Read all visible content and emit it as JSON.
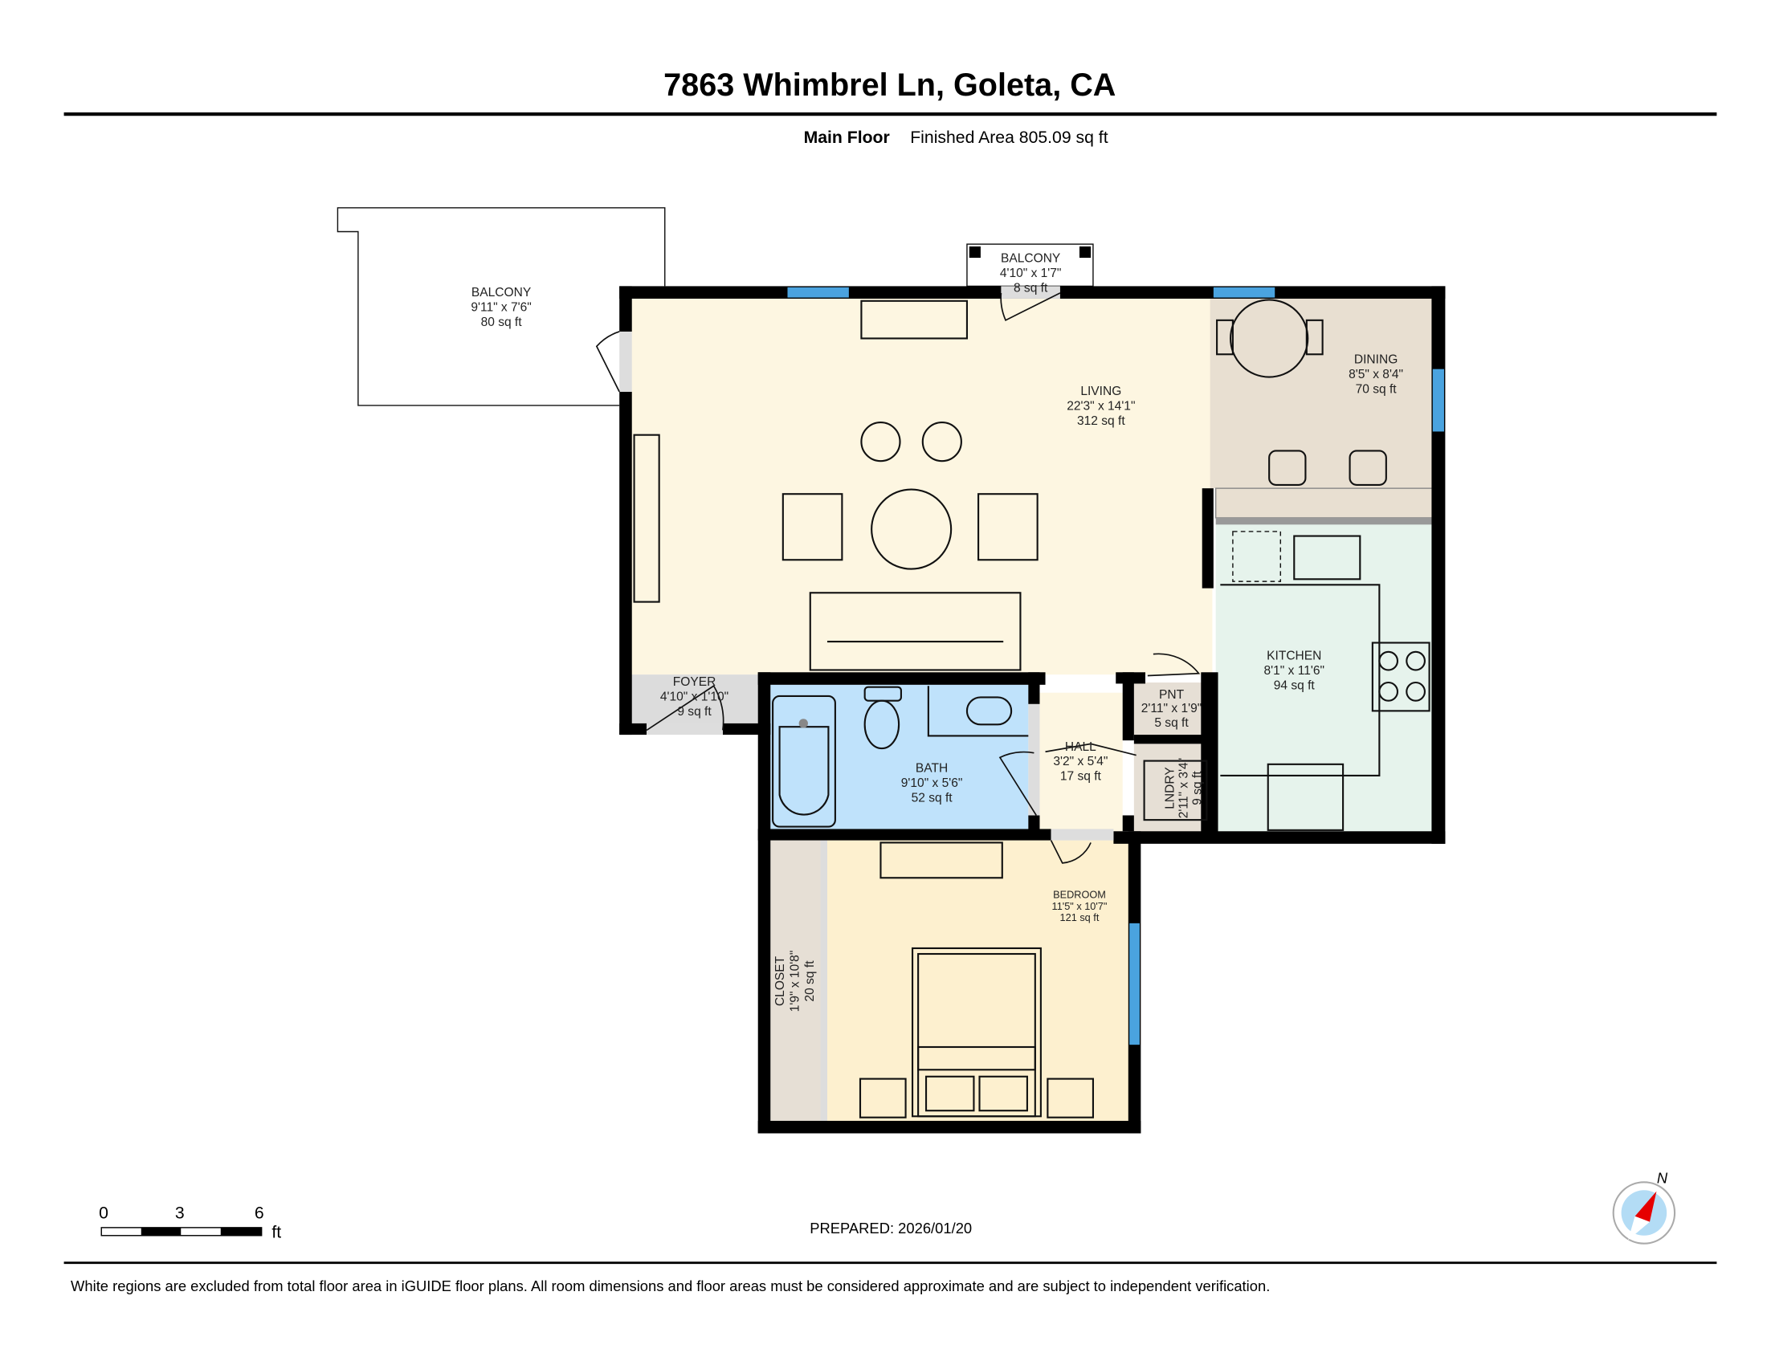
{
  "header": {
    "title": "7863 Whimbrel Ln, Goleta, CA",
    "floor_name": "Main Floor",
    "finished_area": "Finished Area 805.09 sq ft"
  },
  "rooms": {
    "balcony_large": {
      "name": "BALCONY",
      "dims": "9'11\" x 7'6\"",
      "area": "80 sq ft"
    },
    "balcony_small": {
      "name": "BALCONY",
      "dims": "4'10\" x 1'7\"",
      "area": "8 sq ft"
    },
    "living": {
      "name": "LIVING",
      "dims": "22'3\" x 14'1\"",
      "area": "312 sq ft"
    },
    "dining": {
      "name": "DINING",
      "dims": "8'5\" x 8'4\"",
      "area": "70 sq ft"
    },
    "kitchen": {
      "name": "KITCHEN",
      "dims": "8'1\" x 11'6\"",
      "area": "94 sq ft"
    },
    "foyer": {
      "name": "FOYER",
      "dims": "4'10\" x 1'10\"",
      "area": "9 sq ft"
    },
    "bath": {
      "name": "BATH",
      "dims": "9'10\" x 5'6\"",
      "area": "52 sq ft"
    },
    "hall": {
      "name": "HALL",
      "dims": "3'2\" x 5'4\"",
      "area": "17 sq ft"
    },
    "pantry": {
      "name": "PNT",
      "dims": "2'11\" x 1'9\"",
      "area": "5 sq ft"
    },
    "laundry": {
      "name": "LNDRY",
      "dims": "2'11\" x 3'4\"",
      "area": "9 sq ft"
    },
    "bedroom": {
      "name": "BEDROOM",
      "dims": "11'5\" x 10'7\"",
      "area": "121 sq ft"
    },
    "closet": {
      "name": "CLOSET",
      "dims": "1'9\" x 10'8\"",
      "area": "20 sq ft"
    }
  },
  "colors": {
    "living": "#fdf6e1",
    "dining": "#e8dfd1",
    "kitchen": "#e6f3ec",
    "bath": "#bfe2fb",
    "bedroom": "#fdf0cf",
    "closet": "#e6dfd5",
    "foyer": "#dcdcdc",
    "window": "#4aa3df",
    "compass_needle": "#e60000",
    "compass_face": "#b3dcf5"
  },
  "scale_bar": {
    "ticks": [
      "0",
      "3",
      "6"
    ],
    "unit": "ft"
  },
  "compass": {
    "label": "N",
    "icon": "compass-icon"
  },
  "prepared": "PREPARED: 2026/01/20",
  "footer": {
    "disclaimer": "White regions are excluded from total floor area in iGUIDE floor plans. All room dimensions and floor areas must be considered approximate and are subject to independent verification."
  }
}
